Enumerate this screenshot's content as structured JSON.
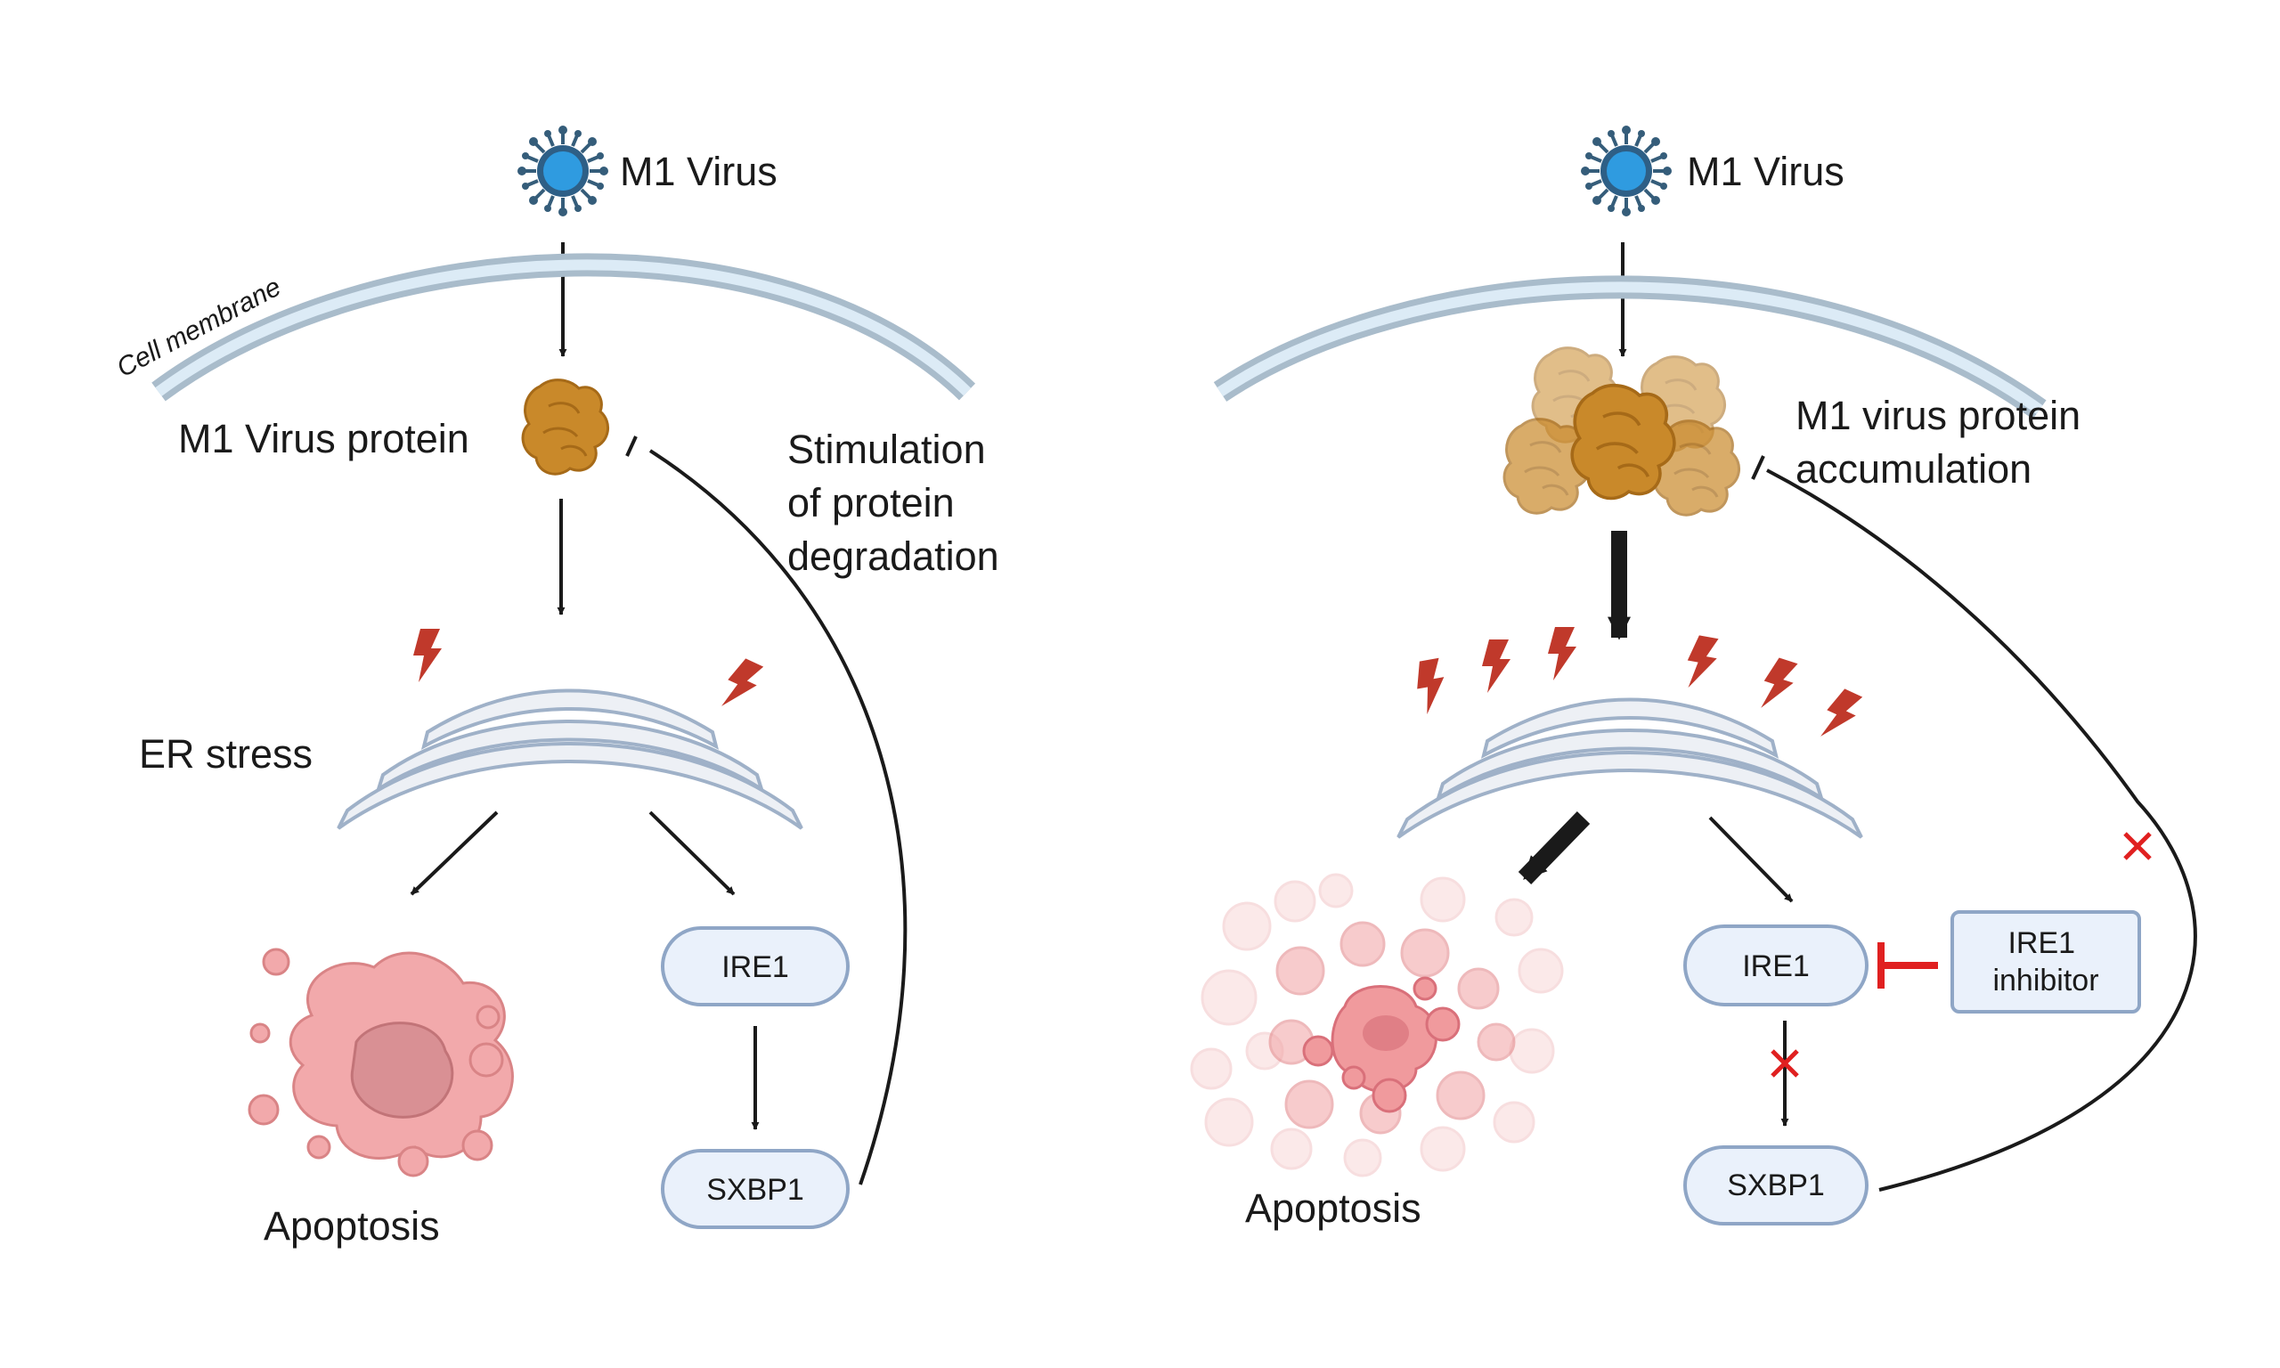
{
  "left_panel": {
    "virus_label": "M1 Virus",
    "membrane_label": "Cell membrane",
    "protein_label": "M1 Virus protein",
    "feedback_label": [
      "Stimulation",
      "of protein",
      "degradation"
    ],
    "er_label": "ER stress",
    "apoptosis_label": "Apoptosis",
    "ire1_label": "IRE1",
    "sxbp1_label": "SXBP1"
  },
  "right_panel": {
    "virus_label": "M1 Virus",
    "protein_label": [
      "M1 virus protein",
      "accumulation"
    ],
    "apoptosis_label": "Apoptosis",
    "ire1_label": "IRE1",
    "inhibitor_label": [
      "IRE1",
      "inhibitor"
    ],
    "sxbp1_label": "SXBP1"
  },
  "colors": {
    "membrane": "#a9bccb",
    "membrane_fill": "#dcebf6",
    "protein": "#c9892a",
    "er_fill": "#edf0f5",
    "er_stroke": "#9fb1c8",
    "bolt": "#c0392b",
    "apoptosis": "#f2a9ab",
    "box_fill": "#eaf1fb",
    "box_stroke": "#8fa6c6",
    "inhibit": "#e02020"
  }
}
